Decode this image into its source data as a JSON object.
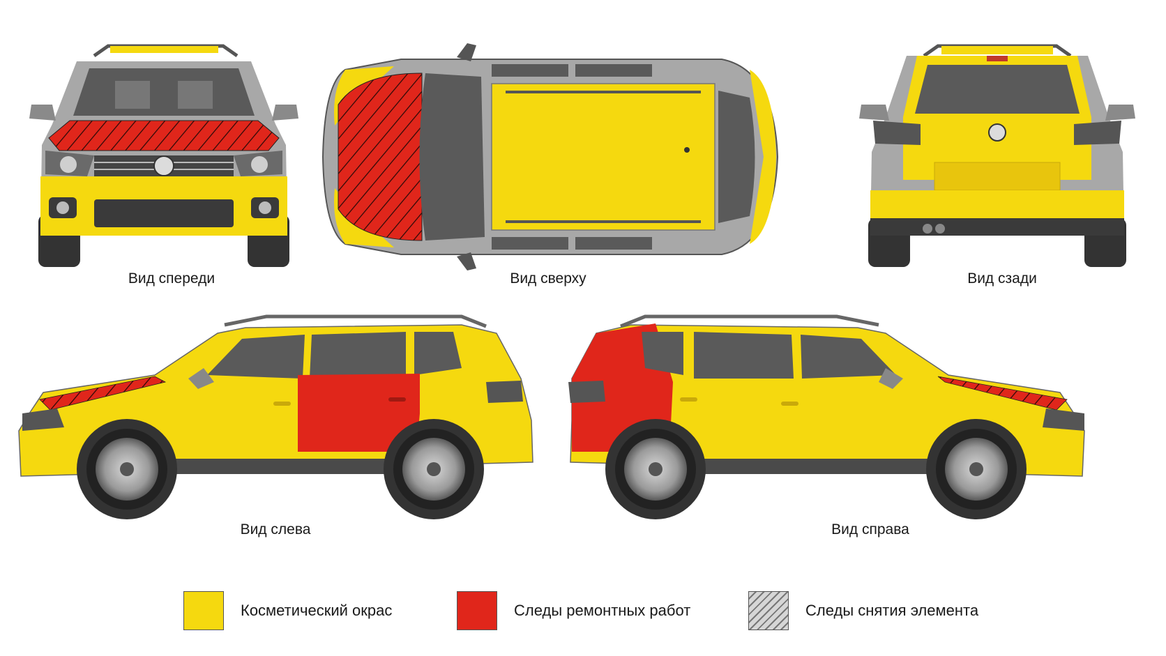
{
  "colors": {
    "cosmetic": "#f5d90f",
    "repair": "#e0261b",
    "removal": "#bdbdbd",
    "body_gray": "#a8a8a8",
    "dark": "#3a3a3a",
    "glass": "#5a5a5a"
  },
  "views": {
    "front": {
      "label": "Вид спереди"
    },
    "top": {
      "label": "Вид сверху"
    },
    "rear": {
      "label": "Вид сзади"
    },
    "left": {
      "label": "Вид слева"
    },
    "right": {
      "label": "Вид справа"
    }
  },
  "legend": [
    {
      "label": "Косметический окрас",
      "swatch": "cosmetic"
    },
    {
      "label": "Следы ремонтных работ",
      "swatch": "repair"
    },
    {
      "label": "Следы снятия элемента",
      "swatch": "removal"
    }
  ]
}
